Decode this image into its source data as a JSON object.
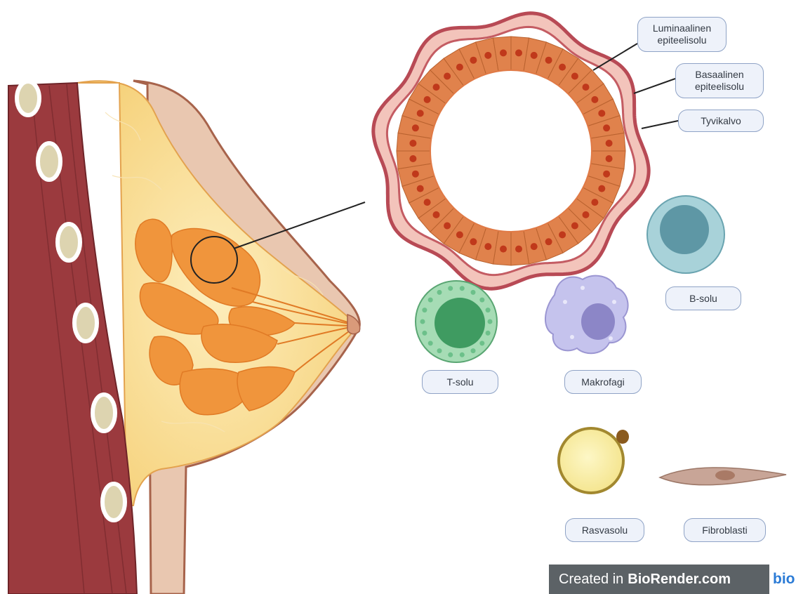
{
  "labels": {
    "luminal": [
      "Luminaalinen",
      "epiteelisolu"
    ],
    "basal": [
      "Basaalinen",
      "epiteelisolu"
    ],
    "basement": "Tyvikalvo",
    "bcell": "B-solu",
    "tcell": "T-solu",
    "macrophage": "Makrofagi",
    "adipocyte": "Rasvasolu",
    "fibroblast": "Fibroblasti"
  },
  "watermark": {
    "prefix": "Created in",
    "brand": "BioRender.com",
    "logo": "bio"
  },
  "colors": {
    "muscle": "#9b3a3e",
    "fat": "#fbe3a6",
    "gland": "#f0953c",
    "skin": "#e9c7b0",
    "epithelium": "#e0824c",
    "nucleus": "#c0391b",
    "duct_wall": "#b84a55",
    "tcell": "#7cc69a",
    "bcell": "#8ec6cf",
    "macrophage": "#b7b4e6",
    "adipocyte": "#fbf1a6",
    "fibroblast": "#c8a597"
  }
}
